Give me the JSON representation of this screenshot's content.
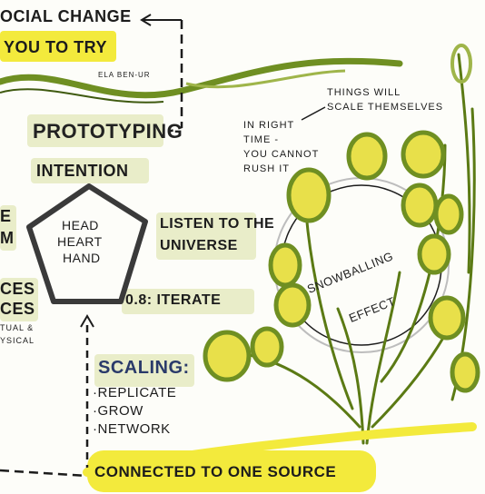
{
  "labels": {
    "social_change": "OCIAL CHANGE",
    "you_to_try": "YOU to TRY",
    "quote_author": "ELA BEN-UR",
    "prototyping": "PROTOTYPING",
    "intention": "INTENTION",
    "head": "HEAD",
    "heart": "HEART",
    "hand": "HAND",
    "listen_line1": "LISTEN to the",
    "listen_line2": "UNIVERSE",
    "iterate": "0.8: ITERATE",
    "left_e": "E",
    "left_m": "M",
    "left_ces1": "CES",
    "left_ces2": "CES",
    "left_tual": "TUAL &",
    "left_ysical": "YSICAL",
    "things_will_line1": "THINGS WILL",
    "things_will_line2": "SCALE THEMSELVES",
    "right_time_line1": "IN RIGHT",
    "right_time_line2": "TIME -",
    "right_time_line3": "YOU CANNOT",
    "right_time_line4": "RUSH IT",
    "snowballing": "SNOWBALLING",
    "effect": "EFFECT",
    "scaling_title": "SCALING:",
    "scaling_items": [
      "·REPLICATE",
      "·GROW",
      "·NETWORK"
    ],
    "connected": "CONNECTED to ONE SOURCE"
  },
  "colors": {
    "ink": "#1c1c1c",
    "leaf_green": "#6f8f22",
    "leaf_yellow": "#e8e04a",
    "highlight_yellow": "#f3ea3c",
    "highlight_pale": "#e9edc9",
    "grey_circle": "#bdbdbd"
  }
}
